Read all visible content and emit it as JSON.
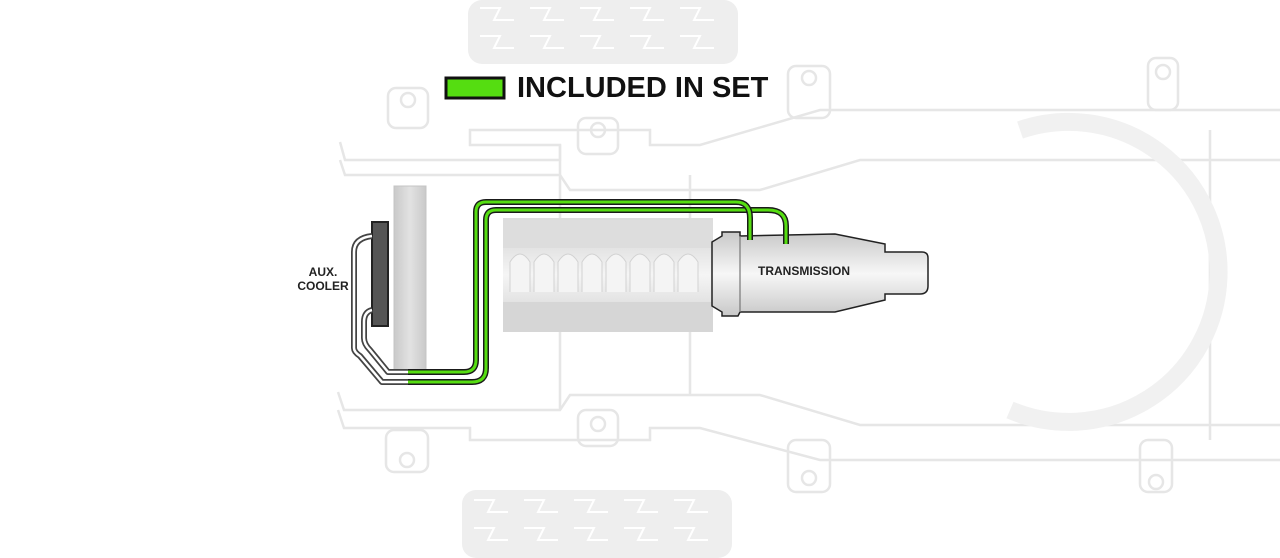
{
  "legend": {
    "label": "INCLUDED IN SET",
    "swatch_color": "#55dd11"
  },
  "labels": {
    "aux_cooler_line1": "AUX.",
    "aux_cooler_line2": "COOLER",
    "transmission": "TRANSMISSION"
  },
  "colors": {
    "included_line": "#55dd11",
    "existing_line": "#444444",
    "frame": "#e6e6e6"
  }
}
